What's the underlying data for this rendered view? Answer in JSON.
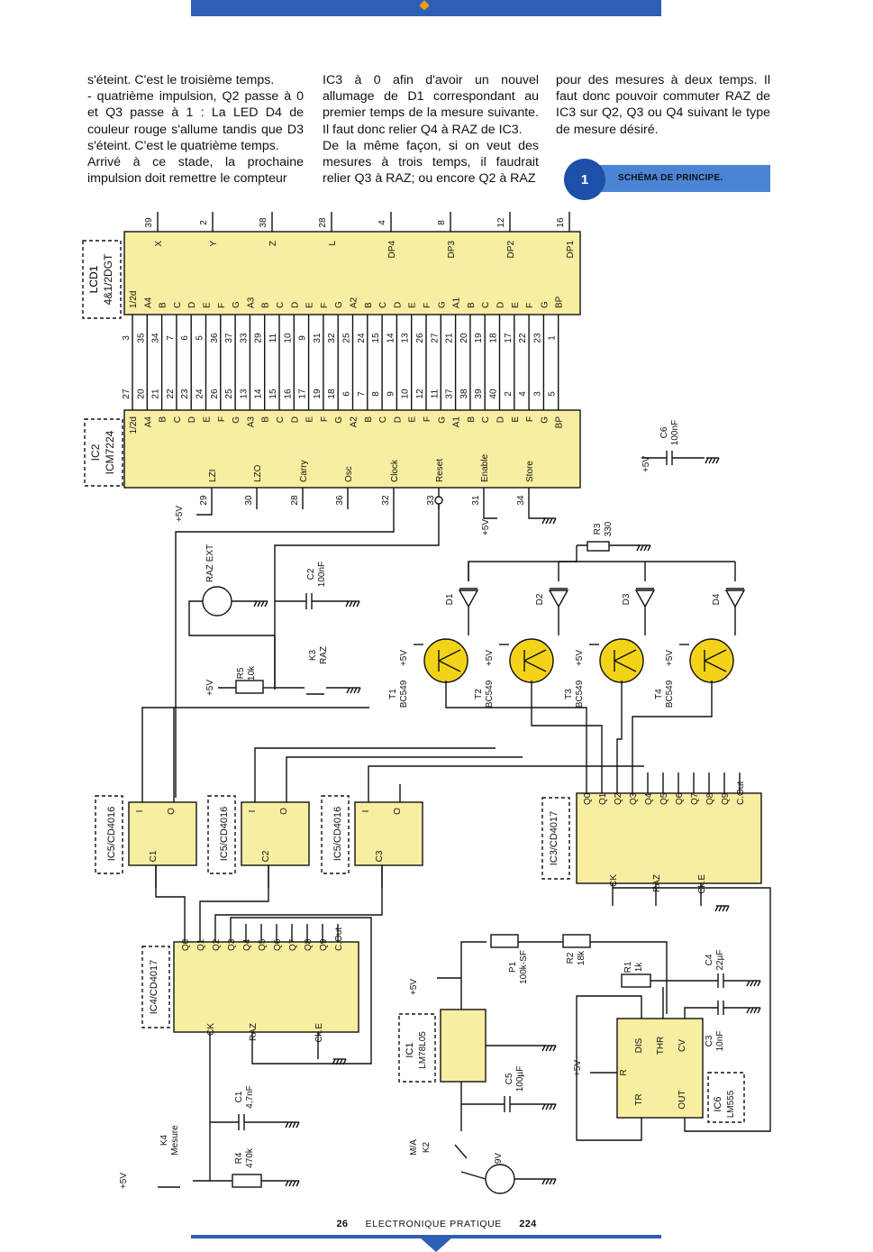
{
  "article": {
    "col1": [
      "s'éteint. C'est le troisième temps.",
      "- quatrième impulsion, Q2 passe à 0 et Q3 passe à 1 : La LED D4 de couleur rouge s'allume tandis que D3 s'éteint. C'est le quatrième temps.",
      "Arrivé à ce stade, la prochaine impulsion doit remettre le compteur"
    ],
    "col2": [
      "IC3 à 0 afin d'avoir un nouvel allumage de D1 correspondant au premier temps de la mesure suivante. Il faut donc relier Q4 à RAZ de IC3.",
      "De la même façon, si on veut des mesures à trois temps, il faudrait relier Q3 à RAZ; ou encore Q2 à RAZ"
    ],
    "col3": [
      "pour des mesures à deux temps. Il faut donc pouvoir commuter RAZ de IC3 sur Q2, Q3 ou Q4 suivant le type de mesure désiré."
    ]
  },
  "figure": {
    "number": "1",
    "title": "SCHÉMA DE PRINCIPE."
  },
  "schematic": {
    "lcd": {
      "ref": "LCD1",
      "type": "4&1/2DGT"
    },
    "ic2": {
      "ref": "IC2",
      "type": "ICM7224"
    },
    "ic2_pins": [
      "LZI",
      "LZO",
      "Carry",
      "Osc",
      "Clock",
      "Reset",
      "Enable",
      "Store"
    ],
    "ic2_pin_numbers": [
      "29",
      "30",
      "28",
      "36",
      "32",
      "33",
      "31",
      "34"
    ],
    "seg_labels": [
      "1/2d",
      "A4",
      "B",
      "C",
      "D",
      "E",
      "F",
      "G",
      "A3",
      "B",
      "C",
      "D",
      "E",
      "F",
      "G",
      "A2",
      "B",
      "C",
      "D",
      "E",
      "F",
      "G",
      "A1",
      "B",
      "C",
      "D",
      "E",
      "F",
      "G",
      "BP"
    ],
    "lcd_pins_top": [
      "39",
      "2",
      "38",
      "28",
      "4",
      "8",
      "12",
      "16"
    ],
    "lcd_top_labels": [
      "X",
      "Y",
      "Z",
      "L",
      "DP4",
      "DP3",
      "DP2",
      "DP1"
    ],
    "lcd_pins_row": [
      "3",
      "35",
      "34",
      "7",
      "6",
      "5",
      "36",
      "37",
      "33",
      "29",
      "11",
      "10",
      "9",
      "31",
      "32",
      "25",
      "24",
      "15",
      "14",
      "13",
      "26",
      "27",
      "21",
      "20",
      "19",
      "18",
      "17",
      "22",
      "23",
      "1"
    ],
    "ic2_pins_row": [
      "27",
      "20",
      "21",
      "22",
      "23",
      "24",
      "26",
      "25",
      "13",
      "14",
      "15",
      "16",
      "17",
      "19",
      "18",
      "6",
      "7",
      "8",
      "9",
      "10",
      "12",
      "11",
      "37",
      "38",
      "39",
      "40",
      "2",
      "4",
      "3",
      "5"
    ],
    "labels": {
      "raz_ext": "RAZ EXT",
      "c2": "C2",
      "c2_val": "100nF",
      "c6": "C6",
      "c6_val": "100nF",
      "r3": "R3",
      "r3_val": "330",
      "r5": "R5",
      "r5_val": "10k",
      "k3": "K3",
      "k3_name": "RAZ",
      "plus5": "+5V",
      "d1": "D1",
      "d2": "D2",
      "d3": "D3",
      "d4": "D4",
      "t1": "T1",
      "t2": "T2",
      "t3": "T3",
      "t4": "T4",
      "bc549": "BC549",
      "ic5": "IC5/CD4016",
      "ic3": "IC3/CD4017",
      "ic4": "IC4/CD4017",
      "ic1": "IC1",
      "ic1_type": "LM78L05",
      "ic6": "IC6",
      "ic6_type": "LM555",
      "c1": "C1",
      "c1_val": "4,7nF",
      "r4": "R4",
      "r4_val": "470k",
      "k4": "K4",
      "k4_name": "Mesure",
      "p1": "P1",
      "p1_val": "100k-SF",
      "r2": "R2",
      "r2_val": "18k",
      "r1": "R1",
      "r1_val": "1k",
      "c4": "C4",
      "c4_val": "22µF",
      "c3": "C3",
      "c3_val": "10nF",
      "c5": "C5",
      "c5_val": "100µF",
      "k2": "K2",
      "k2_name": "M/A",
      "v9": "9V",
      "counter_outputs": [
        "Q0",
        "Q1",
        "Q2",
        "Q3",
        "Q4",
        "Q5",
        "Q6",
        "Q7",
        "Q8",
        "Q9",
        "C.Out"
      ],
      "counter_ins": [
        "CK",
        "RAZ",
        "Ck.E"
      ],
      "ne555_pins": [
        "DIS",
        "THR",
        "CV",
        "R",
        "TR",
        "OUT"
      ],
      "switch_io": [
        "I",
        "O"
      ],
      "switch_ctrl": [
        "C1",
        "C2",
        "C3"
      ]
    }
  },
  "footer": {
    "page": "26",
    "publication": "ELECTRONIQUE PRATIQUE",
    "issue": "224"
  }
}
